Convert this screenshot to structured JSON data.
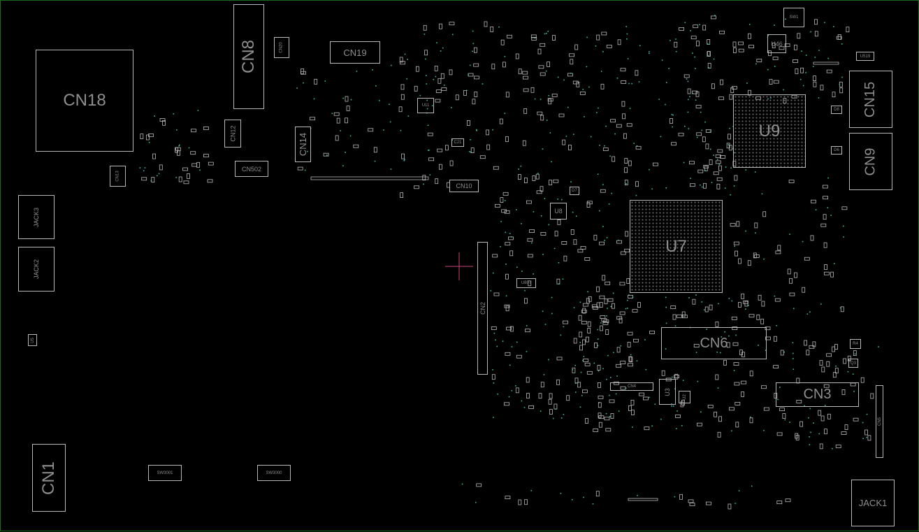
{
  "board": {
    "background": "#000000",
    "outline_color": "#1e6b1e",
    "silk_color": "#b9b9b9",
    "label_color": "#8e8e8e",
    "dot_color": "#3fb7a8"
  },
  "components": {
    "cn18": "CN18",
    "cn8": "CN8",
    "cn20": "CN20",
    "cn19": "CN19",
    "cn12": "CN12",
    "cn502": "CN502",
    "cn14": "CN14",
    "cn13": "CN13",
    "cn10": "CN10",
    "cn2": "CN2",
    "cn6": "CN6",
    "cn4": "CN4",
    "cn3": "CN3",
    "cn15": "CN15",
    "cn9": "CN9",
    "cn1": "CN1",
    "cn5": "CN5",
    "jack3": "JACK3",
    "jack2": "JACK2",
    "jack1": "JACK1",
    "u9": "U9",
    "u7": "U7",
    "u8": "U8",
    "u3": "U3",
    "u46": "U46",
    "u11": "U11",
    "u807": "U807",
    "u519": "U519",
    "u5": "U5",
    "u2": "U2",
    "sw1": "SW1",
    "sw3001": "SW3001",
    "sw3000": "SW3000",
    "d8": "D8",
    "d6": "D6",
    "d7": "D7",
    "c21": "C21",
    "r4": "R4",
    "q3": "Q3"
  }
}
